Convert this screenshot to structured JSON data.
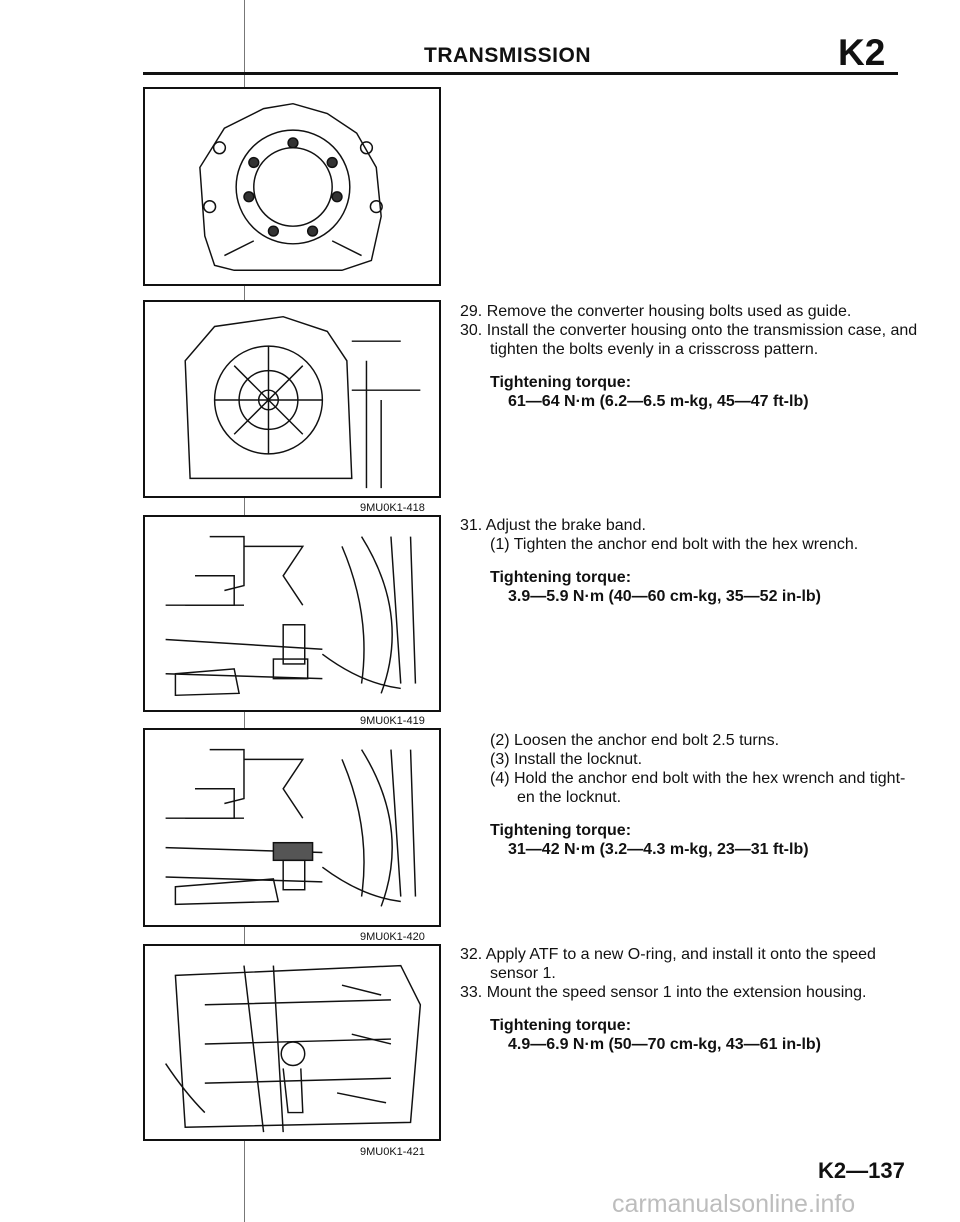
{
  "header": {
    "title": "TRANSMISSION",
    "section_code": "K2"
  },
  "figures": [
    {
      "caption": ""
    },
    {
      "caption": "9MU0K1-418"
    },
    {
      "caption": "9MU0K1-419"
    },
    {
      "caption": "9MU0K1-420"
    },
    {
      "caption": "9MU0K1-421"
    }
  ],
  "steps": {
    "s29": "29. Remove the converter housing bolts used as guide.",
    "s30a": "30. Install the converter housing onto the transmission case, and",
    "s30b": "tighten the bolts evenly in a crisscross pattern.",
    "t1_label": "Tightening torque:",
    "t1_value": "61—64 N·m (6.2—6.5 m-kg, 45—47 ft-lb)",
    "s31": "31. Adjust the brake band.",
    "s31_1": "(1) Tighten the anchor end bolt with the hex wrench.",
    "t2_label": "Tightening torque:",
    "t2_value": "3.9—5.9 N·m (40—60 cm-kg, 35—52 in-lb)",
    "s31_2": "(2) Loosen the anchor end bolt 2.5 turns.",
    "s31_3": "(3) Install the locknut.",
    "s31_4a": "(4) Hold the anchor end bolt with the hex wrench and tight-",
    "s31_4b": "en the locknut.",
    "t3_label": "Tightening torque:",
    "t3_value": "31—42 N·m (3.2—4.3 m-kg, 23—31 ft-lb)",
    "s32a": "32. Apply ATF to a new O-ring, and install it onto the speed",
    "s32b": "sensor 1.",
    "s33": "33. Mount the speed sensor 1 into the extension housing.",
    "t4_label": "Tightening torque:",
    "t4_value": "4.9—6.9 N·m (50—70 cm-kg, 43—61 in-lb)"
  },
  "footer": {
    "page_id": "K2—137",
    "site": "carmanualsonline.info"
  }
}
